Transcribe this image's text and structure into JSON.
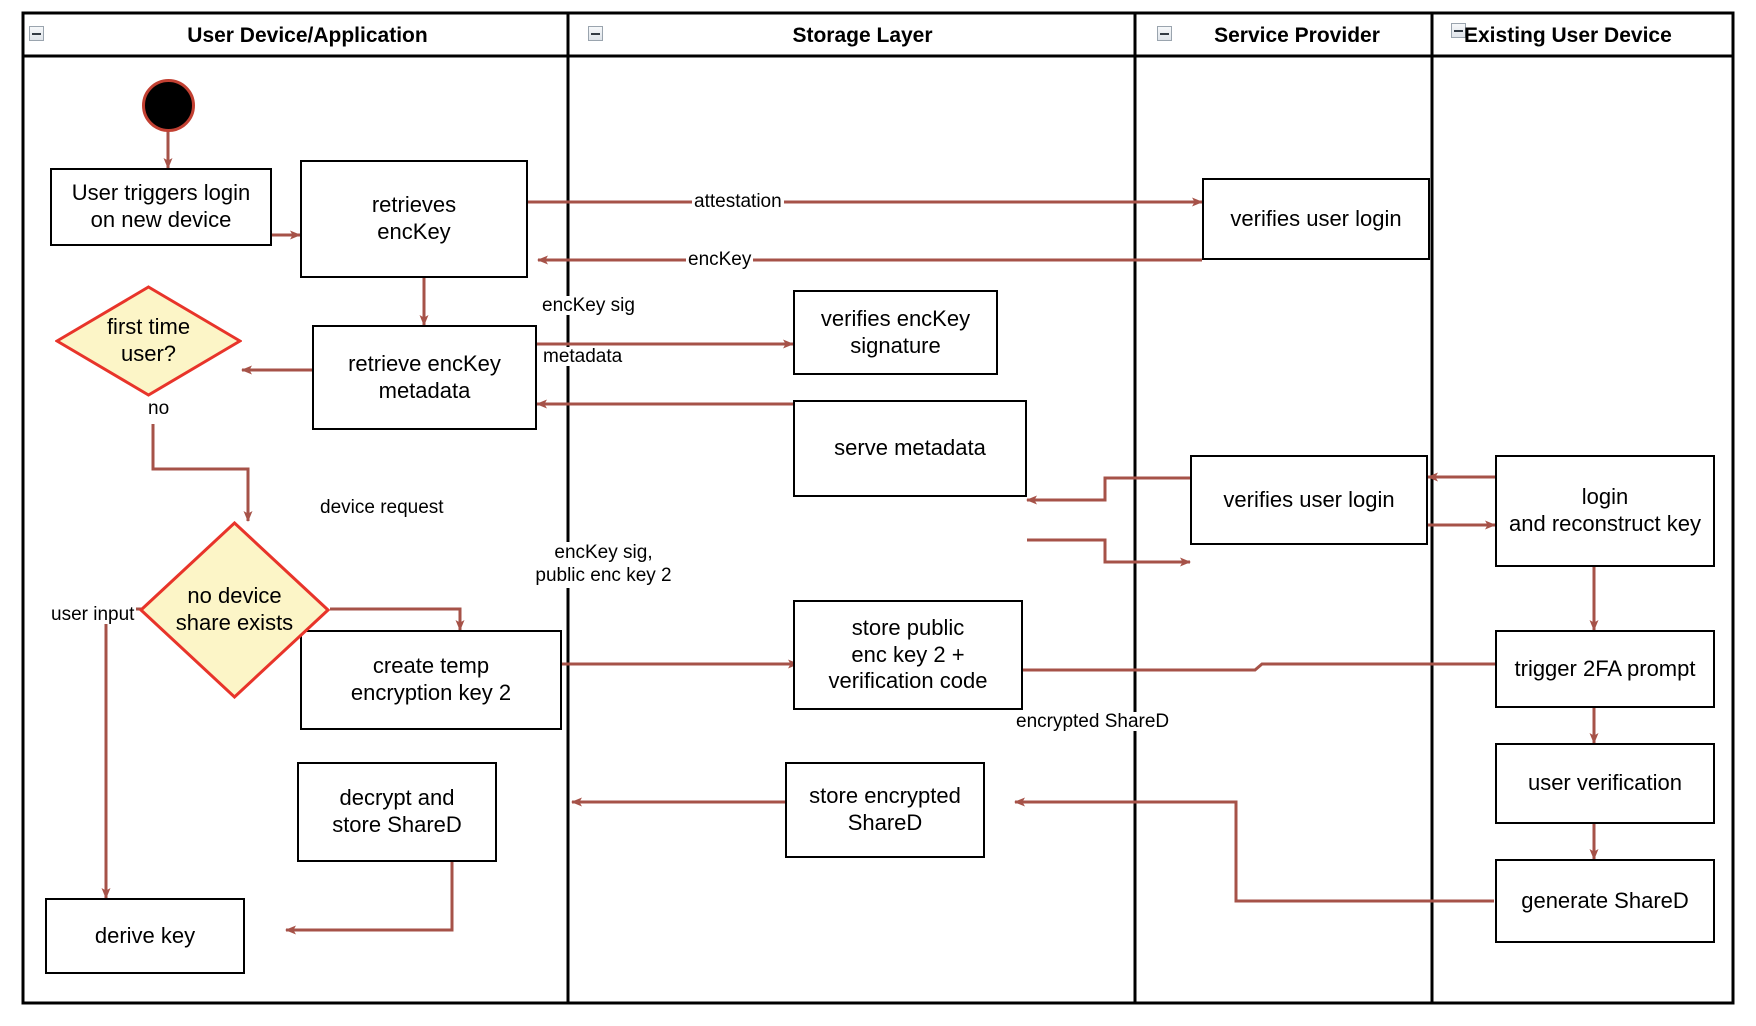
{
  "diagram": {
    "type": "uml-activity-swimlane",
    "accent_edge_color": "#A65248",
    "decision_fill": "#FCF5C7",
    "decision_stroke": "#E8342A",
    "node_stroke": "#000000",
    "lanes": [
      {
        "id": "lane-user-device",
        "title": "User Device/Application",
        "icon": "collapse-minus-icon"
      },
      {
        "id": "lane-storage",
        "title": "Storage Layer",
        "icon": "collapse-minus-icon"
      },
      {
        "id": "lane-service-provider",
        "title": "Service Provider",
        "icon": "collapse-minus-icon"
      },
      {
        "id": "lane-existing-device",
        "title": "Existing User Device",
        "icon": "collapse-minus-icon"
      }
    ],
    "nodes": {
      "start": {
        "label": "",
        "kind": "initial-node"
      },
      "user_triggers_login": {
        "label": "User triggers login\non new device",
        "kind": "activity"
      },
      "retrieves_enckey": {
        "label": "retrieves\nencKey",
        "kind": "activity"
      },
      "retrieve_enckey_metadata": {
        "label": "retrieve encKey\nmetadata",
        "kind": "activity"
      },
      "first_time_user": {
        "label": "first time\nuser?",
        "kind": "decision"
      },
      "no_device_share_exists": {
        "label": "no device\nshare exists",
        "kind": "decision"
      },
      "create_temp_encryption_key_2": {
        "label": "create temp\nencryption key 2",
        "kind": "activity"
      },
      "decrypt_and_store_shared": {
        "label": "decrypt and\nstore ShareD",
        "kind": "activity"
      },
      "derive_key": {
        "label": "derive key",
        "kind": "activity"
      },
      "verifies_enckey_signature": {
        "label": "verifies encKey\nsignature",
        "kind": "activity"
      },
      "serve_metadata": {
        "label": "serve metadata",
        "kind": "activity"
      },
      "store_public_enc_key_2": {
        "label": "store public\nenc key 2 +\nverification code",
        "kind": "activity"
      },
      "store_encrypted_shared": {
        "label": "store encrypted\nShareD",
        "kind": "activity"
      },
      "verifies_user_login_top": {
        "label": "verifies user login",
        "kind": "activity"
      },
      "verifies_user_login_mid": {
        "label": "verifies user login",
        "kind": "activity"
      },
      "login_and_reconstruct_key": {
        "label": "login\nand reconstruct key",
        "kind": "activity"
      },
      "trigger_2fa_prompt": {
        "label": "trigger 2FA prompt",
        "kind": "activity"
      },
      "user_verification": {
        "label": "user verification",
        "kind": "activity"
      },
      "generate_shared": {
        "label": "generate ShareD",
        "kind": "activity"
      }
    },
    "edge_labels": {
      "attestation": "attestation",
      "enckey": "encKey",
      "enckey_sig": "encKey sig",
      "metadata": "metadata",
      "no": "no",
      "device_request": "device request",
      "user_input": "user input",
      "enckey_sig_public_enc_key_2": "encKey sig,\npublic enc key 2",
      "encrypted_shared": "encrypted ShareD"
    }
  }
}
